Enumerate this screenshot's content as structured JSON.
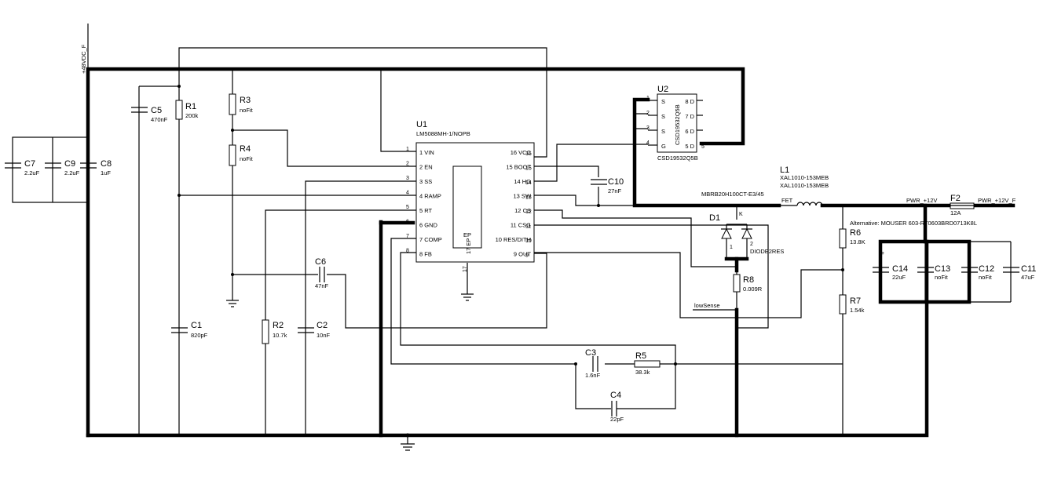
{
  "nets": {
    "vin": "+48VDC_F",
    "pwr12": "PWR_+12V",
    "pwr12f": "PWR_+12V_F",
    "fet": "FET",
    "lowsense": "lowSense",
    "alt": "Alternative: MOUSER 603-RT0603BRD0713K8L"
  },
  "u1": {
    "ref": "U1",
    "part": "LM5088MH-1/NOPB",
    "pins_left": [
      "1 VIN",
      "2 EN",
      "3 SS",
      "4 RAMP",
      "5 RT",
      "6 GND",
      "7 COMP",
      "8 FB"
    ],
    "pins_right": [
      "16 VCC",
      "15 BOOT",
      "14 HG",
      "13 SW",
      "12 CS",
      "11 CSG",
      "10 RES/DITH",
      "9 OUT"
    ],
    "left_nums": [
      "1",
      "2",
      "3",
      "4",
      "5",
      "6",
      "7",
      "8"
    ],
    "right_nums": [
      "16",
      "15",
      "14",
      "13",
      "12",
      "11",
      "10",
      "9"
    ],
    "ep": "EP",
    "ep_pin": "17 EP",
    "ep_num": "17"
  },
  "u2": {
    "ref": "U2",
    "part": "CSD19532Q5B",
    "pins_left": [
      "S",
      "S",
      "S",
      "G"
    ],
    "nums_left": [
      "1",
      "2",
      "3",
      "4"
    ],
    "pins_right": [
      "8 D",
      "7 D",
      "6 D",
      "5 D"
    ],
    "num_tab": "5"
  },
  "components": {
    "C7": {
      "ref": "C7",
      "val": "2.2uF"
    },
    "C9": {
      "ref": "C9",
      "val": "2.2uF"
    },
    "C8": {
      "ref": "C8",
      "val": "1uF"
    },
    "C5": {
      "ref": "C5",
      "val": "470nF"
    },
    "R1": {
      "ref": "R1",
      "val": "200k"
    },
    "R3": {
      "ref": "R3",
      "val": "noFit"
    },
    "R4": {
      "ref": "R4",
      "val": "noFit"
    },
    "C1": {
      "ref": "C1",
      "val": "820pF"
    },
    "R2": {
      "ref": "R2",
      "val": "10.7k"
    },
    "C2": {
      "ref": "C2",
      "val": "10nF"
    },
    "C6": {
      "ref": "C6",
      "val": "47nF"
    },
    "C10": {
      "ref": "C10",
      "val": "27nF"
    },
    "C3": {
      "ref": "C3",
      "val": "1.6nF"
    },
    "R5": {
      "ref": "R5",
      "val": "38.3k"
    },
    "C4": {
      "ref": "C4",
      "val": "22pF"
    },
    "L1": {
      "ref": "L1",
      "val": "XAL1010-153MEB",
      "val2": "XAL1010-153MEB"
    },
    "D1": {
      "ref": "D1",
      "val": "MBRB20H100CT-E3/45",
      "val2": "DIODE2RES"
    },
    "R8": {
      "ref": "R8",
      "val": "0.009R"
    },
    "F2": {
      "ref": "F2",
      "val": "12A"
    },
    "R6": {
      "ref": "R6",
      "val": "13.8K"
    },
    "R7": {
      "ref": "R7",
      "val": "1.54k"
    },
    "C14": {
      "ref": "C14",
      "val": "22uF"
    },
    "C13": {
      "ref": "C13",
      "val": "noFit"
    },
    "C12": {
      "ref": "C12",
      "val": "noFit"
    },
    "C11": {
      "ref": "C11",
      "val": "47uF"
    }
  },
  "d1_pins": {
    "k": "K",
    "a1": "1",
    "a2": "2"
  },
  "plus_mark": "+"
}
